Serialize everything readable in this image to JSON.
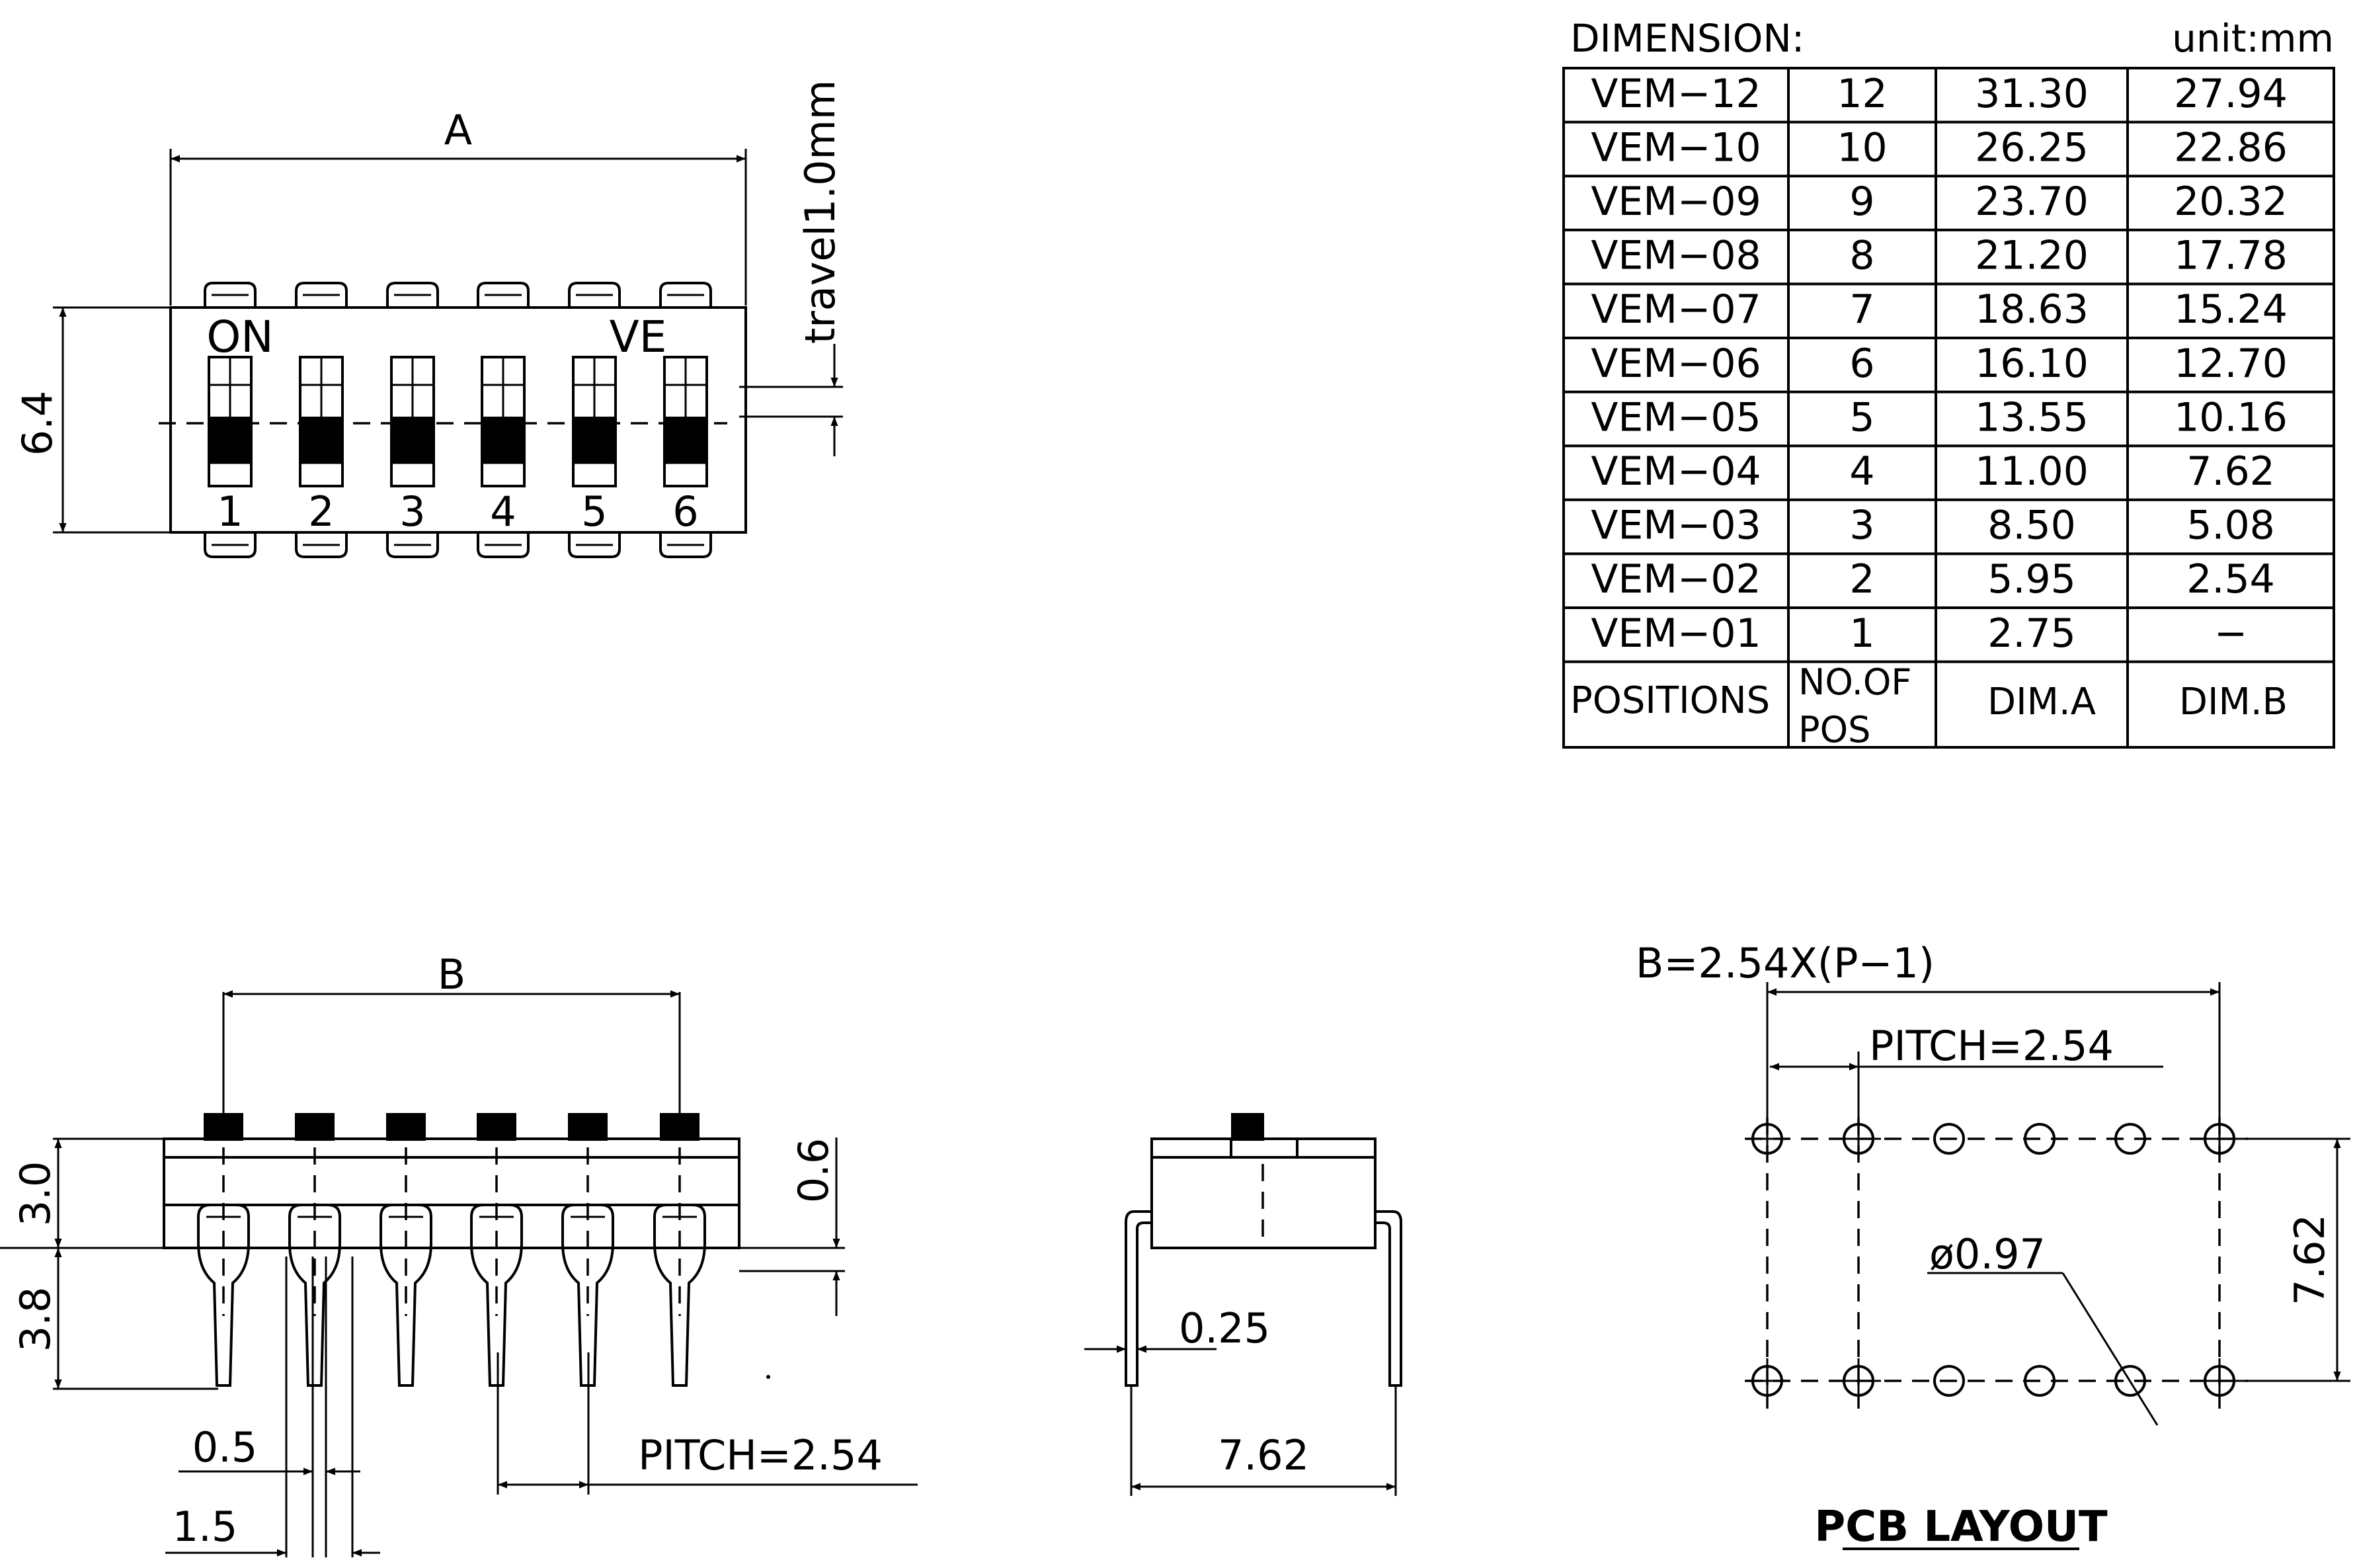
{
  "top_view": {
    "dim_a": "A",
    "dim_height": "6.4",
    "travel": "travel1.0mm",
    "label_on": "ON",
    "label_ve": "VE",
    "switch_numbers": [
      "1",
      "2",
      "3",
      "4",
      "5",
      "6"
    ]
  },
  "dimension_table": {
    "title": "DIMENSION:",
    "unit": "unit:mm",
    "rows": [
      [
        "VEM−12",
        "12",
        "31.30",
        "27.94"
      ],
      [
        "VEM−10",
        "10",
        "26.25",
        "22.86"
      ],
      [
        "VEM−09",
        "9",
        "23.70",
        "20.32"
      ],
      [
        "VEM−08",
        "8",
        "21.20",
        "17.78"
      ],
      [
        "VEM−07",
        "7",
        "18.63",
        "15.24"
      ],
      [
        "VEM−06",
        "6",
        "16.10",
        "12.70"
      ],
      [
        "VEM−05",
        "5",
        "13.55",
        "10.16"
      ],
      [
        "VEM−04",
        "4",
        "11.00",
        "7.62"
      ],
      [
        "VEM−03",
        "3",
        "8.50",
        "5.08"
      ],
      [
        "VEM−02",
        "2",
        "5.95",
        "2.54"
      ],
      [
        "VEM−01",
        "1",
        "2.75",
        "−"
      ]
    ],
    "header": {
      "positions": "POSITIONS",
      "no_of_line1": "NO.OF",
      "no_of_line2": "POS",
      "dim_a": "DIM.A",
      "dim_b": "DIM.B"
    }
  },
  "front_view": {
    "dim_b": "B",
    "dim_body": "3.0",
    "dim_pin": "3.8",
    "dim_actuator": "0.6",
    "dim_pin_width": "0.5",
    "dim_pin_base": "1.5",
    "pitch": "PITCH=2.54"
  },
  "side_view": {
    "dim_lead": "0.25",
    "dim_row": "7.62"
  },
  "pcb_layout": {
    "formula": "B=2.54X(P−1)",
    "pitch": "PITCH=2.54",
    "row_spacing": "7.62",
    "hole_diameter": "ø0.97",
    "title": "PCB LAYOUT"
  }
}
